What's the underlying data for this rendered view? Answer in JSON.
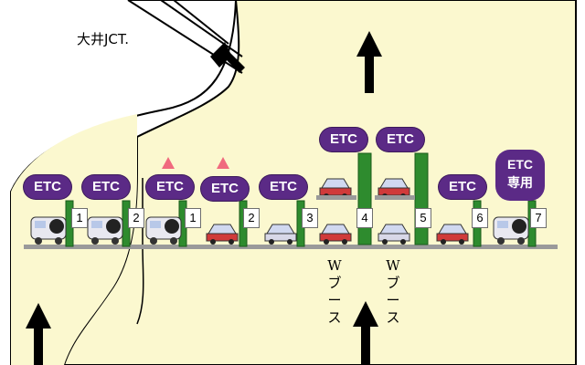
{
  "junction_label": "大井JCT.",
  "etc_label": "ETC",
  "etc_only_line1": "ETC",
  "etc_only_line2": "専用",
  "booths": [
    "1",
    "2",
    "1",
    "2",
    "3",
    "4",
    "5",
    "6",
    "7"
  ],
  "w_booth": {
    "line1": "W",
    "line2": "ブ",
    "line3": "ー",
    "line4": "ス"
  },
  "colors": {
    "road": "#fbf8cf",
    "etc_badge": "#5b2a86",
    "booth": "#2e8b2e",
    "warning": "#f06a7e"
  }
}
